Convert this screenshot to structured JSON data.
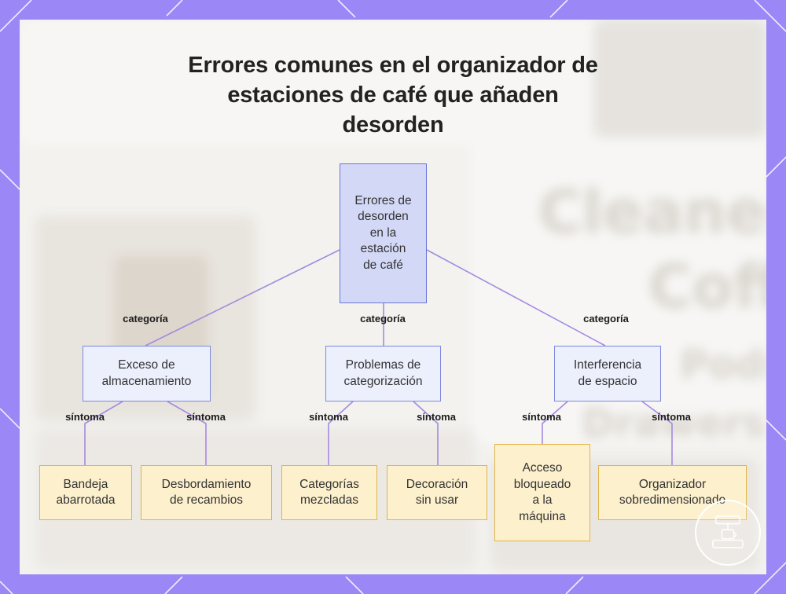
{
  "title_lines": [
    "Errores comunes en el organizador de",
    "estaciones de café que añaden",
    "desorden"
  ],
  "background_text": [
    "Cleaner",
    "Coff",
    "Pods",
    "Drawers &"
  ],
  "diagram": {
    "root": {
      "label_lines": [
        "Errores de",
        "desorden",
        "en la",
        "estación",
        "de café"
      ]
    },
    "categories": [
      {
        "label_lines": [
          "Exceso de",
          "almacenamiento"
        ],
        "edge_label": "categoría",
        "children": [
          {
            "label_lines": [
              "Bandeja",
              "abarrotada"
            ],
            "edge_label": "síntoma"
          },
          {
            "label_lines": [
              "Desbordamiento",
              "de recambios"
            ],
            "edge_label": "síntoma"
          }
        ]
      },
      {
        "label_lines": [
          "Problemas de",
          "categorización"
        ],
        "edge_label": "categoría",
        "children": [
          {
            "label_lines": [
              "Categorías",
              "mezcladas"
            ],
            "edge_label": "síntoma"
          },
          {
            "label_lines": [
              "Decoración",
              "sin usar"
            ],
            "edge_label": "síntoma"
          }
        ]
      },
      {
        "label_lines": [
          "Interferencia",
          "de espacio"
        ],
        "edge_label": "categoría",
        "children": [
          {
            "label_lines": [
              "Acceso",
              "bloqueado",
              "a la",
              "máquina"
            ],
            "edge_label": "síntoma"
          },
          {
            "label_lines": [
              "Organizador",
              "sobredimensionado"
            ],
            "edge_label": "síntoma"
          }
        ]
      }
    ]
  },
  "colors": {
    "frame": "#9b87f5",
    "card": "#f3f2ef",
    "edge": "#a58ae0",
    "root_fill": "#d3d8f7",
    "category_fill": "#eceffc",
    "leaf_fill": "#fdf0cd",
    "leaf_border": "#e0b548"
  },
  "icons": [
    "corner-decoration-lines",
    "coffee-machine-badge-icon"
  ]
}
